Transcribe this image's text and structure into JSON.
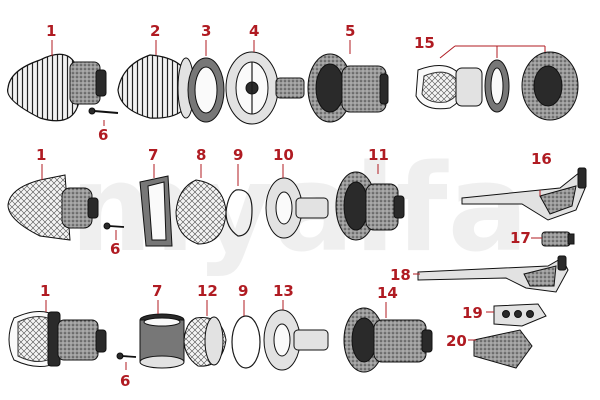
{
  "watermark": "myalfa",
  "colors": {
    "callout": "#b01b22",
    "ink": "#1a1a1a"
  },
  "callouts": [
    "1",
    "2",
    "3",
    "4",
    "5",
    "15",
    "6",
    "1",
    "7",
    "8",
    "9",
    "10",
    "11",
    "16",
    "6",
    "17",
    "18",
    "1",
    "7",
    "12",
    "9",
    "13",
    "14",
    "19",
    "20",
    "6"
  ]
}
